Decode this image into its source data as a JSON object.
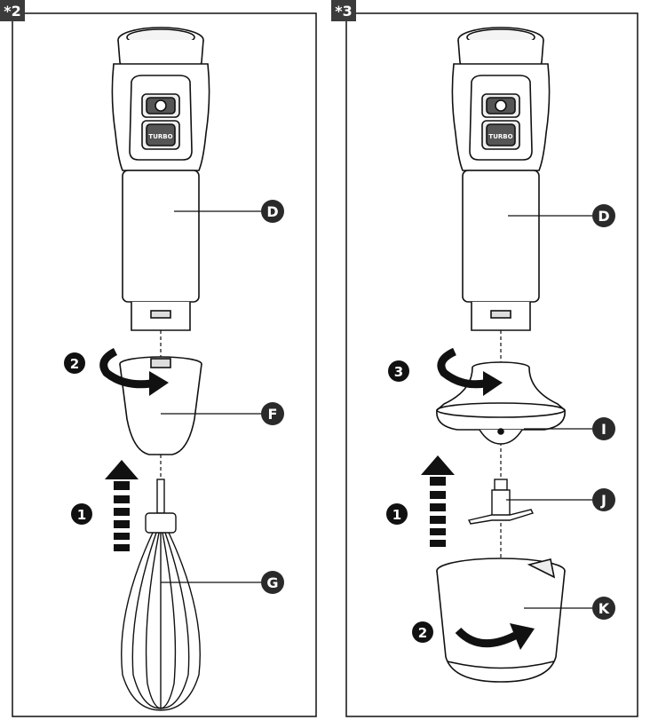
{
  "panels": [
    {
      "tag": "*2",
      "callouts": [
        {
          "letter": "D"
        },
        {
          "letter": "F"
        },
        {
          "letter": "G"
        }
      ],
      "steps": [
        {
          "number": "2"
        },
        {
          "number": "1"
        }
      ],
      "button_label": "TURBO"
    },
    {
      "tag": "*3",
      "callouts": [
        {
          "letter": "D"
        },
        {
          "letter": "I"
        },
        {
          "letter": "J"
        },
        {
          "letter": "K"
        }
      ],
      "steps": [
        {
          "number": "3"
        },
        {
          "number": "1"
        },
        {
          "number": "2"
        }
      ],
      "button_label": "TURBO"
    }
  ],
  "colors": {
    "line": "#111111",
    "tag_bg": "#3b3b3b",
    "callout_bg": "#2a2a2a",
    "highlight": "#eeeeee"
  }
}
